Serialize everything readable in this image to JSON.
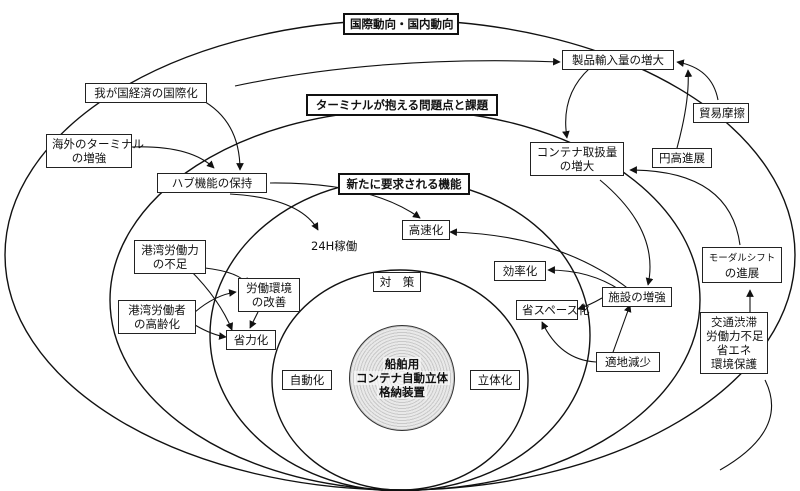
{
  "diagram": {
    "outer_title": "国際動向・国内動向",
    "terminal_title": "ターミナルが抱える問題点と課題",
    "new_functions_title": "新たに要求される機能",
    "measures_title": "対　策",
    "center_device": [
      "船舶用",
      "コンテナ自動立体",
      "格納装置"
    ],
    "nodes": {
      "import_increase": "製品輸入量の増大",
      "internationalization": "我が国経済の国際化",
      "trade_friction": "貿易摩擦",
      "yen_appreciation": "円高進展",
      "overseas_terminals": [
        "海外のターミナル",
        "の増強"
      ],
      "container_volume": [
        "コンテナ取扱量",
        "の増大"
      ],
      "hub_function": "ハブ機能の保持",
      "high_speed": "高速化",
      "h24": "24H稼働",
      "labor_shortage": [
        "港湾労働力",
        "の不足"
      ],
      "work_environment": [
        "労働環境",
        "の改善"
      ],
      "aging_workers": [
        "港湾労働者",
        "の高齢化"
      ],
      "labor_saving": "省力化",
      "efficiency": "効率化",
      "modal_shift": [
        "モーダルシフト",
        "の進展"
      ],
      "facility_strengthening": "施設の増強",
      "space_saving": "省スペース化",
      "land_decrease": "適地減少",
      "traffic_issues": [
        "交通渋滞",
        "労働力不足",
        "省エネ",
        "環境保護"
      ],
      "automation": "自動化",
      "three_dimensional": "立体化"
    }
  }
}
